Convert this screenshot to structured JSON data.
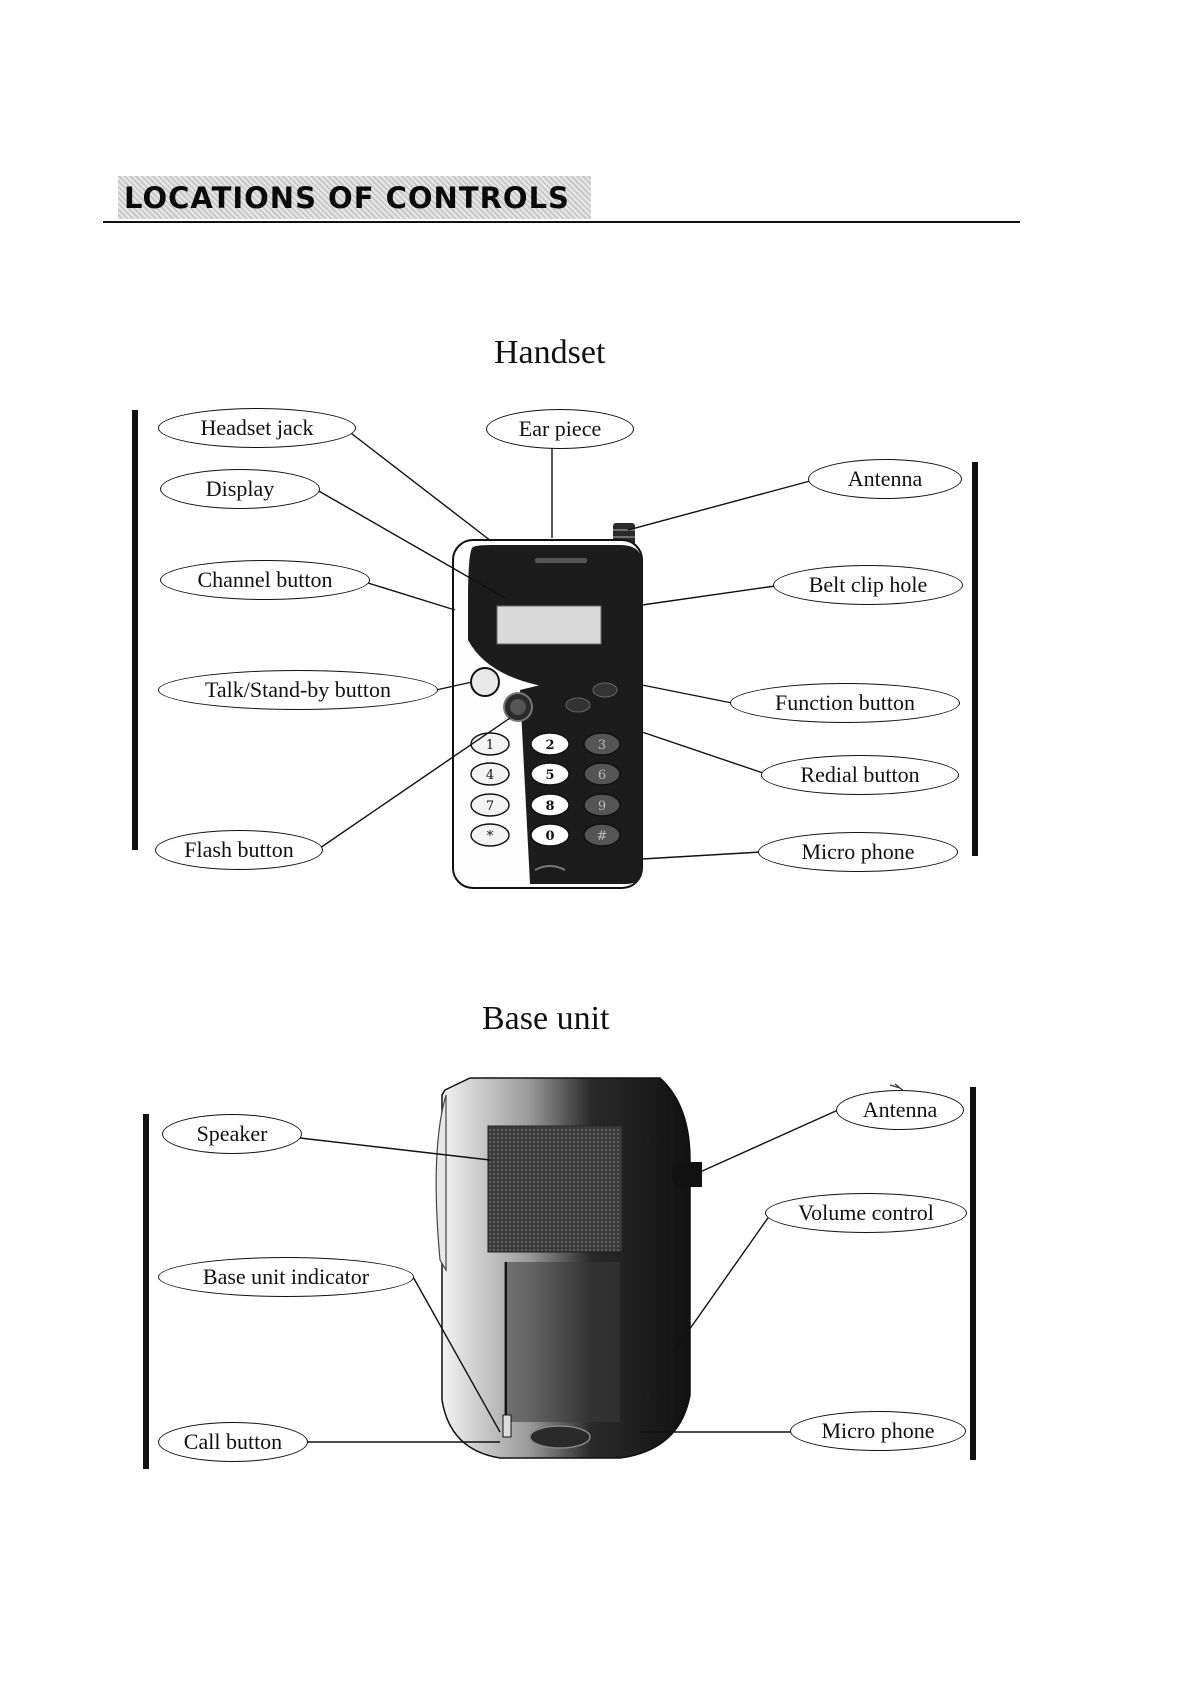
{
  "section_title": "LOCATIONS OF CONTROLS",
  "handset": {
    "heading": "Handset",
    "callouts": {
      "headset_jack": "Headset jack",
      "ear_piece": "Ear piece",
      "display": "Display",
      "antenna": "Antenna",
      "channel_button": "Channel button",
      "belt_clip_hole": "Belt clip hole",
      "talk_standby_button": "Talk/Stand-by button",
      "function_button": "Function button",
      "redial_button": "Redial button",
      "flash_button": "Flash button",
      "micro_phone": "Micro phone"
    },
    "keypad": [
      "1",
      "2",
      "3",
      "4",
      "5",
      "6",
      "7",
      "8",
      "9",
      "*",
      "0",
      "#"
    ]
  },
  "base_unit": {
    "heading": "Base unit",
    "callouts": {
      "speaker": "Speaker",
      "antenna": "Antenna",
      "volume_control": "Volume control",
      "base_unit_indicator": "Base unit indicator",
      "call_button": "Call button",
      "micro_phone": "Micro phone"
    }
  },
  "colors": {
    "ink": "#111111",
    "paper": "#ffffff",
    "body_dark": "#1c1c1c"
  }
}
